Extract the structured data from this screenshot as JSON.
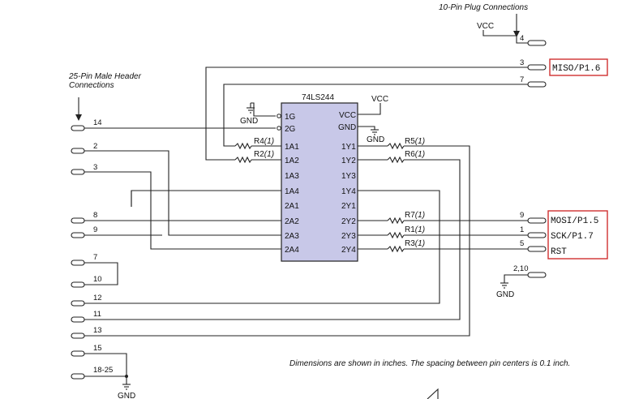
{
  "plug_title": "10-Pin Plug Connections",
  "header_title_line1": "25-Pin Male Header",
  "header_title_line2": "Connections",
  "chip_name": "74LS244",
  "vcc": "VCC",
  "gnd": "GND",
  "chip_left_pins": [
    "1G",
    "2G",
    "1A1",
    "1A2",
    "1A3",
    "1A4",
    "2A1",
    "2A2",
    "2A3",
    "2A4"
  ],
  "chip_right_pins": [
    "VCC",
    "GND",
    "1Y1",
    "1Y2",
    "1Y3",
    "1Y4",
    "2Y1",
    "2Y2",
    "2Y3",
    "2Y4"
  ],
  "resistors": {
    "r4": "R4",
    "r2": "R2",
    "r5": "R5",
    "r6": "R6",
    "r7": "R7",
    "r1": "R1",
    "r3": "R3",
    "note": "(1)"
  },
  "plug_pins": [
    "4",
    "3",
    "7",
    "9",
    "1",
    "5",
    "2,10"
  ],
  "plug_signals": [
    "MISO/P1.6",
    "MOSI/P1.5",
    "SCK/P1.7",
    "RST"
  ],
  "header_pins": [
    "14",
    "2",
    "3",
    "8",
    "9",
    "7",
    "10",
    "12",
    "11",
    "13",
    "15",
    "18-25"
  ],
  "footnote": "Dimensions are shown in inches. The spacing between pin centers is 0.1 inch."
}
